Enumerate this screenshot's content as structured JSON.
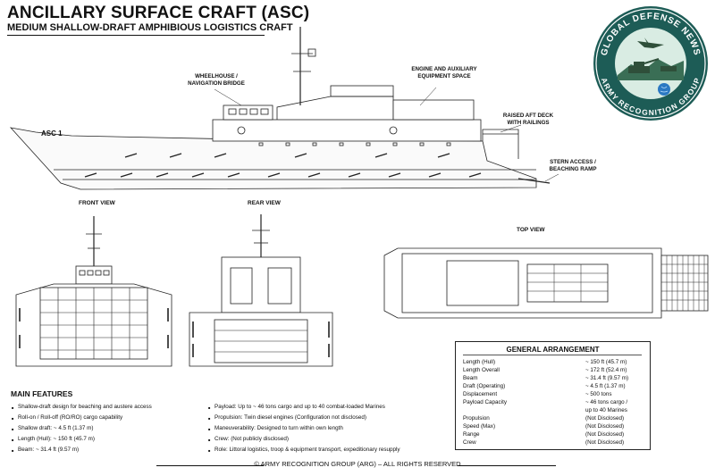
{
  "header": {
    "title": "ANCILLARY SURFACE CRAFT (ASC)",
    "subtitle": "MEDIUM SHALLOW-DRAFT AMPHIBIOUS LOGISTICS CRAFT"
  },
  "side_view": {
    "ship_name": "ASC 1",
    "callouts": {
      "wheelhouse": "WHEELHOUSE /\nNAVIGATION BRIDGE",
      "engine": "ENGINE AND AUXILIARY\nEQUIPMENT SPACE",
      "aft_deck": "RAISED AFT DECK\nWITH RAILINGS",
      "stern": "STERN ACCESS /\nBEACHING RAMP"
    }
  },
  "views": {
    "front": "FRONT VIEW",
    "rear": "REAR VIEW",
    "top": "TOP VIEW"
  },
  "logo": {
    "top_text": "GLOBAL DEFENSE NEWS",
    "bottom_text": "ARMY RECOGNITION GROUP",
    "colors": {
      "ring": "#1d5c56",
      "center": "#d9ece3"
    }
  },
  "main_features": {
    "title": "MAIN FEATURES",
    "left": [
      "Shallow-draft design for beaching and austere access",
      "Roll-on / Roll-off (RO/RO) cargo capability",
      "Shallow draft: ~ 4.5 ft (1.37 m)",
      "Length (Hull): ~ 150 ft (45.7 m)",
      "Beam: ~ 31.4 ft (9.57 m)"
    ],
    "right": [
      "Payload: Up to ~ 46 tons cargo and up to 40 combat-loaded Marines",
      "Propulsion: Twin diesel engines (Configuration not disclosed)",
      "Maneuverability: Designed to turn within own length",
      "Crew: (Not publicly disclosed)",
      "Role: Littoral logistics, troop & equipment transport, expeditionary resupply"
    ]
  },
  "general_arrangement": {
    "title": "GENERAL ARRANGEMENT",
    "rows": [
      {
        "k": "Length (Hull)",
        "v": "~ 150 ft (45.7 m)"
      },
      {
        "k": "Length Overall",
        "v": "~ 172 ft (52.4 m)"
      },
      {
        "k": "Beam",
        "v": "~ 31.4 ft (9.57 m)"
      },
      {
        "k": "Draft (Operating)",
        "v": "~ 4.5 ft (1.37 m)"
      },
      {
        "k": "Displacement",
        "v": "~ 500 tons"
      },
      {
        "k": "Payload Capacity",
        "v": "~ 46 tons cargo /"
      },
      {
        "k": "",
        "v": "up to 40 Marines"
      },
      {
        "k": "Propulsion",
        "v": "(Not Disclosed)"
      },
      {
        "k": "Speed (Max)",
        "v": "(Not Disclosed)"
      },
      {
        "k": "Range",
        "v": "(Not Disclosed)"
      },
      {
        "k": "Crew",
        "v": "(Not Disclosed)"
      }
    ]
  },
  "footer": "© ARMY RECOGNITION GROUP (ARG) – ALL RIGHTS RESERVED"
}
